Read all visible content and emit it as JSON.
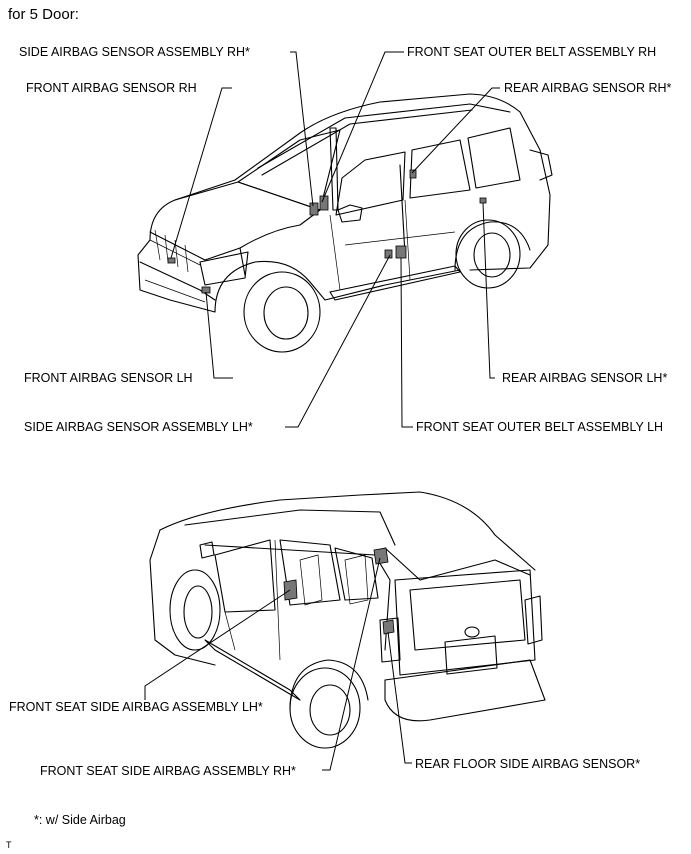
{
  "heading": "for 5 Door:",
  "labels": {
    "side_airbag_sensor_rh": "SIDE AIRBAG SENSOR ASSEMBLY RH*",
    "front_seat_outer_belt_rh": "FRONT SEAT OUTER BELT ASSEMBLY RH",
    "front_airbag_sensor_rh": "FRONT AIRBAG SENSOR RH",
    "rear_airbag_sensor_rh": "REAR AIRBAG SENSOR RH*",
    "front_airbag_sensor_lh": "FRONT AIRBAG SENSOR LH",
    "rear_airbag_sensor_lh": "REAR AIRBAG SENSOR LH*",
    "side_airbag_sensor_lh": "SIDE AIRBAG SENSOR ASSEMBLY LH*",
    "front_seat_outer_belt_lh": "FRONT SEAT OUTER BELT ASSEMBLY LH",
    "front_seat_side_airbag_lh": "FRONT SEAT SIDE AIRBAG ASSEMBLY LH*",
    "front_seat_side_airbag_rh": "FRONT SEAT SIDE AIRBAG ASSEMBLY RH*",
    "rear_floor_side_airbag_sensor": "REAR FLOOR SIDE AIRBAG SENSOR*"
  },
  "footnote": "*: w/ Side Airbag",
  "corner_mark": "T"
}
